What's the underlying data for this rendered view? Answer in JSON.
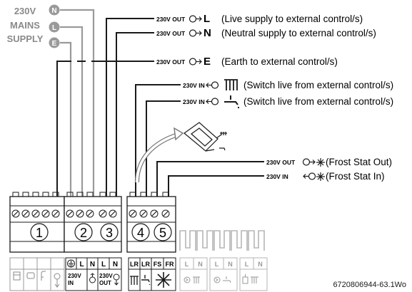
{
  "mains": {
    "title_line1": "230V",
    "title_line2": "MAINS",
    "title_line3": "SUPPLY",
    "badges": [
      "N",
      "L",
      "E"
    ]
  },
  "outputs": [
    {
      "tag": "230V OUT",
      "symbol": "L",
      "desc": "(Live supply to external control/s)"
    },
    {
      "tag": "230V OUT",
      "symbol": "N",
      "desc": "(Neutral supply to external control/s)"
    },
    {
      "tag": "230V OUT",
      "symbol": "E",
      "desc": "(Earth to external control/s)"
    },
    {
      "tag": "230V IN",
      "symbol": "",
      "desc": "(Switch live from external control/s)"
    },
    {
      "tag": "230V IN",
      "symbol": "",
      "desc": "(Switch live from external control/s)"
    },
    {
      "tag": "230V OUT",
      "symbol": "",
      "desc": "(Frost Stat Out)"
    },
    {
      "tag": "230V IN",
      "symbol": "",
      "desc": "(Frost Stat In)"
    }
  ],
  "terminals": [
    "1",
    "2",
    "3",
    "4",
    "5"
  ],
  "labels": {
    "block2": [
      "L",
      "N"
    ],
    "block3": [
      "L",
      "N"
    ],
    "block45": [
      "LR",
      "LR",
      "FS",
      "FR"
    ],
    "ghost": [
      "L",
      "N",
      "L",
      "N",
      "L",
      "N"
    ],
    "in_line1": "230V",
    "in_line2": "IN",
    "out_line1": "230V",
    "out_line2": "OUT"
  },
  "part_number": "6720806944-63.1Wo"
}
